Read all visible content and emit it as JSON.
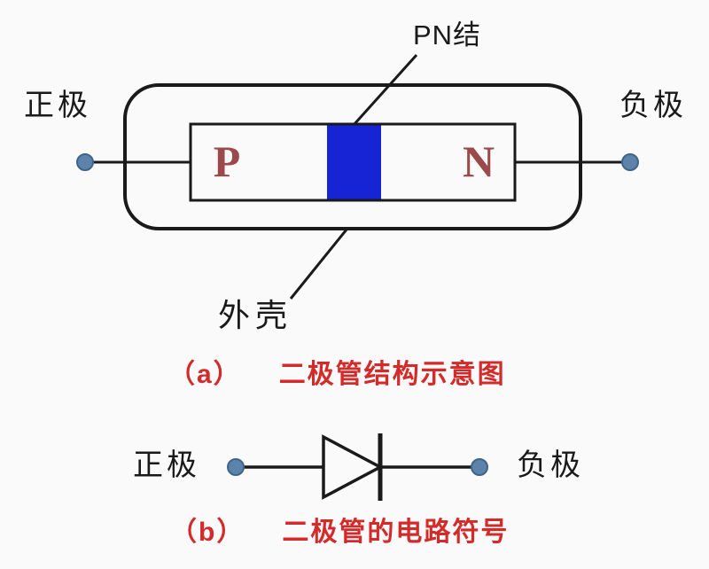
{
  "figure": {
    "part_a": {
      "caption_index": "（a）",
      "caption_text": "二极管结构示意图",
      "labels": {
        "pn_junction": "PN结",
        "positive": "正极",
        "negative": "负极",
        "shell": "外壳",
        "p_region": "P",
        "n_region": "N"
      }
    },
    "part_b": {
      "caption_index": "（b）",
      "caption_text": "二极管的电路符号",
      "labels": {
        "positive": "正极",
        "negative": "负极"
      }
    },
    "colors": {
      "junction_blue": "#1724d6",
      "terminal_dot": "#5c84ab",
      "terminal_dot_edge": "#3f648a",
      "caption_red": "#d32a2a",
      "region_letter_red": "#9a4a4a",
      "line_black": "#1a1a1a",
      "background": "#fbfafa"
    }
  }
}
